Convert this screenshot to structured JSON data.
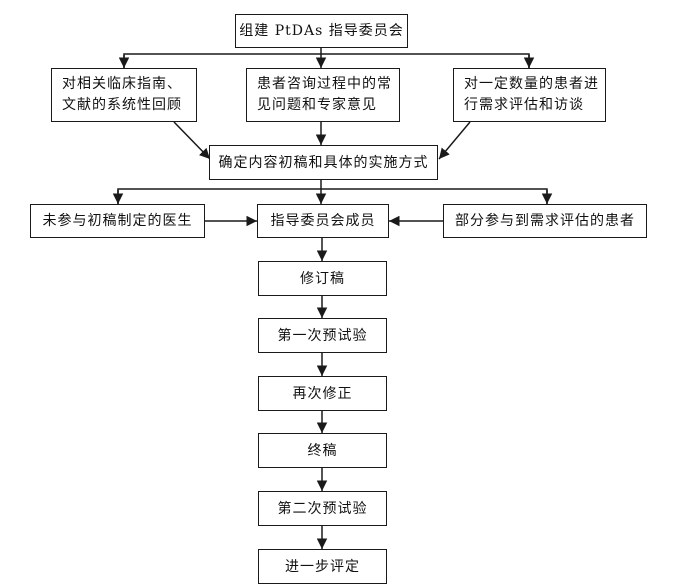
{
  "nodes": {
    "committee_setup": "组建 PtDAs 指导委员会",
    "literature_review": "对相关临床指南、文献的系统性回顾",
    "common_questions": "患者咨询过程中的常见问题和专家意见",
    "needs_assessment": "对一定数量的患者进行需求评估和访谈",
    "initial_draft": "确定内容初稿和具体的实施方式",
    "non_drafting_doctors": "未参与初稿制定的医生",
    "committee_members": "指导委员会成员",
    "partial_patients": "部分参与到需求评估的患者",
    "revised_draft": "修订稿",
    "first_pretest": "第一次预试验",
    "second_revision": "再次修正",
    "final_draft": "终稿",
    "second_pretest": "第二次预试验",
    "further_evaluation": "进一步评定"
  }
}
